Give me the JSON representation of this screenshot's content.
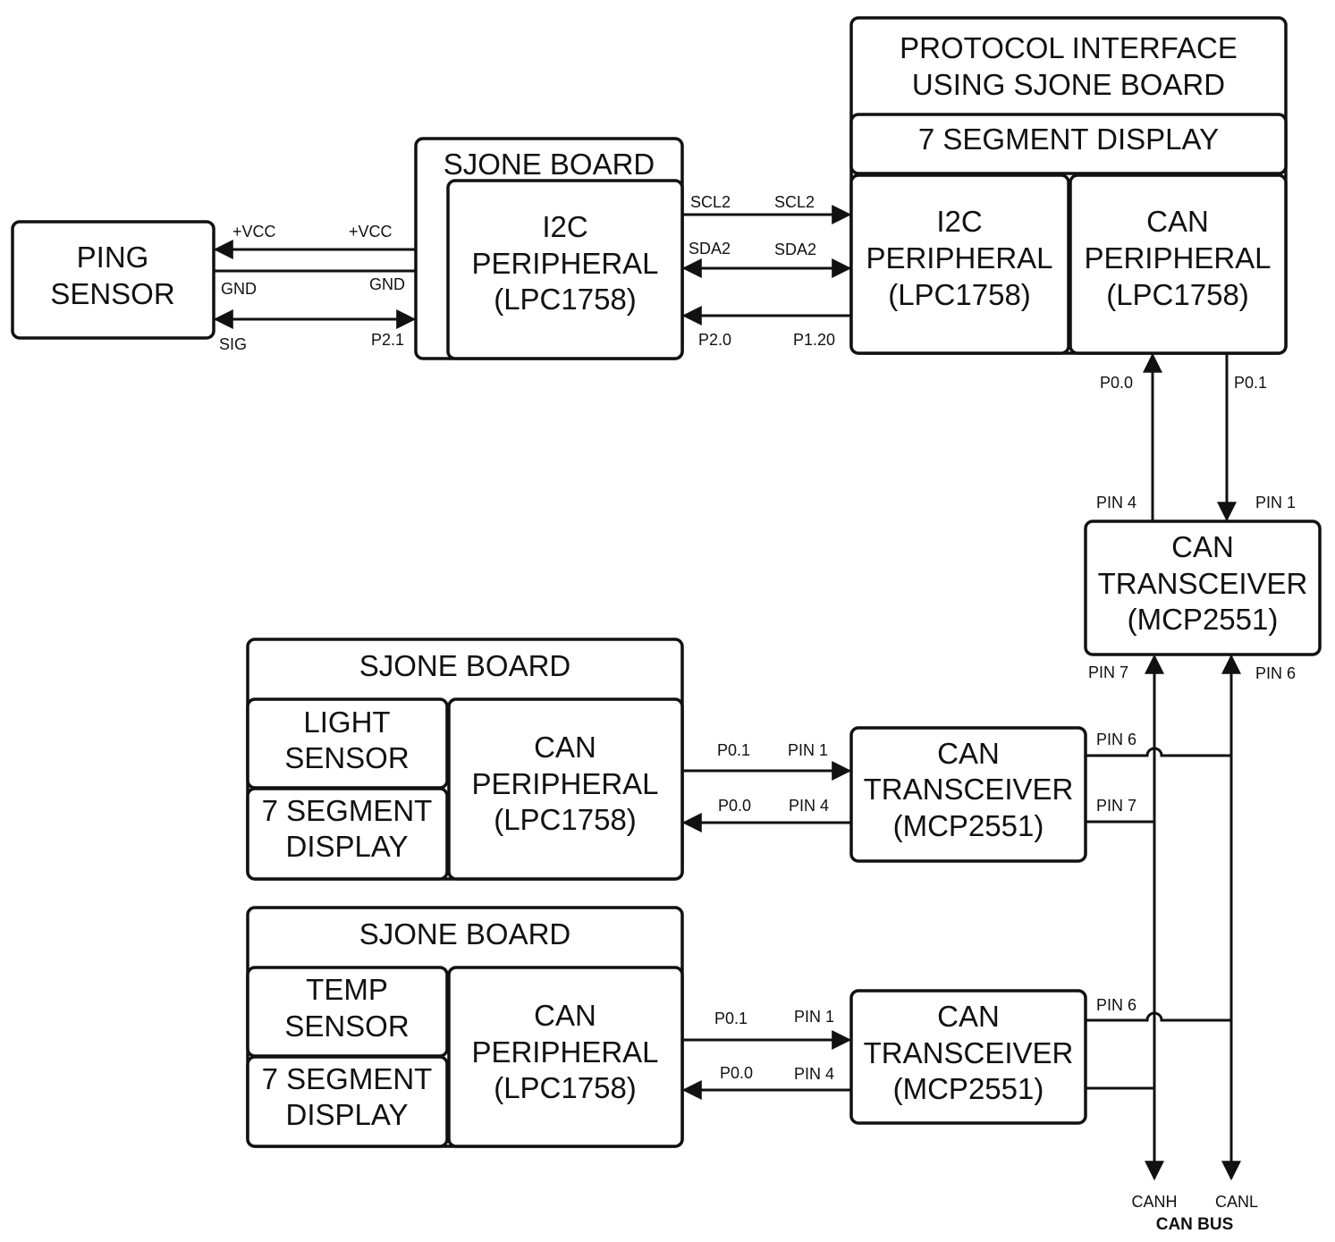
{
  "blocks": {
    "ping_sensor": [
      "PING",
      "SENSOR"
    ],
    "board1_title": "SJONE BOARD",
    "board1_i2c": [
      "I2C",
      "PERIPHERAL",
      "(LPC1758)"
    ],
    "protocol_title": [
      "PROTOCOL INTERFACE",
      "USING SJONE BOARD"
    ],
    "protocol_display": "7 SEGMENT DISPLAY",
    "protocol_i2c": [
      "I2C",
      "PERIPHERAL",
      "(LPC1758)"
    ],
    "protocol_can": [
      "CAN",
      "PERIPHERAL",
      "(LPC1758)"
    ],
    "transceiver_top": [
      "CAN",
      "TRANSCEIVER",
      "(MCP2551)"
    ],
    "board2_title": "SJONE BOARD",
    "board2_sensor": [
      "LIGHT",
      "SENSOR"
    ],
    "board2_display": [
      "7 SEGMENT",
      "DISPLAY"
    ],
    "board2_can": [
      "CAN",
      "PERIPHERAL",
      "(LPC1758)"
    ],
    "transceiver_mid": [
      "CAN",
      "TRANSCEIVER",
      "(MCP2551)"
    ],
    "board3_title": "SJONE BOARD",
    "board3_sensor": [
      "TEMP",
      "SENSOR"
    ],
    "board3_display": [
      "7 SEGMENT",
      "DISPLAY"
    ],
    "board3_can": [
      "CAN",
      "PERIPHERAL",
      "(LPC1758)"
    ],
    "transceiver_bot": [
      "CAN",
      "TRANSCEIVER",
      "(MCP2551)"
    ]
  },
  "pins": {
    "ping_vcc": "+VCC",
    "ping_gnd": "GND",
    "ping_sig": "SIG",
    "board1_vcc": "+VCC",
    "board1_gnd": "GND",
    "board1_p21": "P2.1",
    "board1_scl2": "SCL2",
    "board1_sda2": "SDA2",
    "board1_p20": "P2.0",
    "protocol_scl2": "SCL2",
    "protocol_sda2": "SDA2",
    "protocol_p120": "P1.20",
    "protocol_p00": "P0.0",
    "protocol_p01": "P0.1",
    "top_pin4": "PIN 4",
    "top_pin1": "PIN 1",
    "top_pin7": "PIN 7",
    "top_pin6": "PIN 6",
    "board2_p01": "P0.1",
    "board2_p00": "P0.0",
    "mid_pin1": "PIN 1",
    "mid_pin4": "PIN 4",
    "mid_pin6": "PIN 6",
    "mid_pin7": "PIN 7",
    "board3_p01": "P0.1",
    "board3_p00": "P0.0",
    "bot_pin1": "PIN 1",
    "bot_pin4": "PIN 4",
    "bot_pin6": "PIN 6"
  },
  "bus": {
    "canh": "CANH",
    "canl": "CANL",
    "title": "CAN BUS"
  }
}
